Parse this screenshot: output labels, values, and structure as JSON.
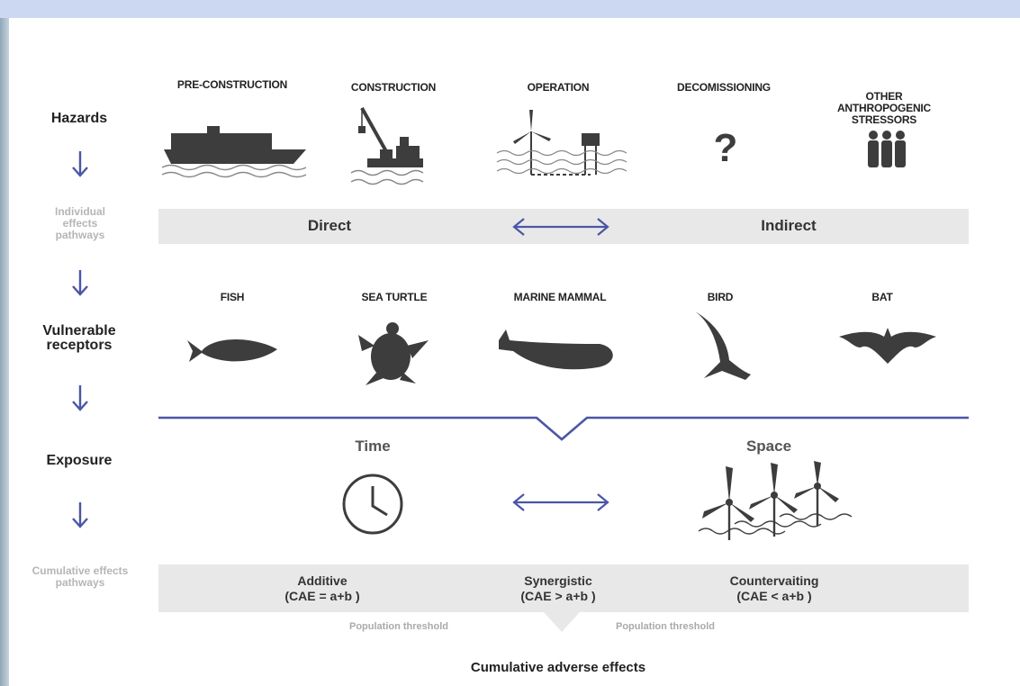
{
  "stages": {
    "hazards": "Hazards",
    "pathways": "Individual effects pathways",
    "receptors": "Vulnerable receptors",
    "exposure": "Exposure",
    "cumulative": "Cumulative effects pathways"
  },
  "hazards": {
    "pre": "PRE-CONSTRUCTION",
    "construction": "CONSTRUCTION",
    "operation": "OPERATION",
    "decom": "DECOMISSIONING",
    "other": "OTHER ANTHROPOGENIC STRESSORS",
    "question": "?"
  },
  "pathways": {
    "direct": "Direct",
    "indirect": "Indirect"
  },
  "receptors": {
    "fish": "FISH",
    "turtle": "SEA TURTLE",
    "mammal": "MARINE MAMMAL",
    "bird": "BIRD",
    "bat": "BAT"
  },
  "exposure": {
    "time": "Time",
    "space": "Space"
  },
  "cumulative": {
    "additive": "Additive",
    "additive_eq": "(CAE = a+b )",
    "synergistic": "Synergistic",
    "synergistic_eq": "(CAE > a+b )",
    "countervailing": "Countervaiting",
    "countervailing_eq": "(CAE < a+b )"
  },
  "threshold": {
    "left": "Population threshold",
    "right": "Population threshold"
  },
  "outcome": "Cumulative adverse effects",
  "colors": {
    "accent": "#4a56a6",
    "icon": "#3d3d3d",
    "band": "#e8e8e8"
  }
}
